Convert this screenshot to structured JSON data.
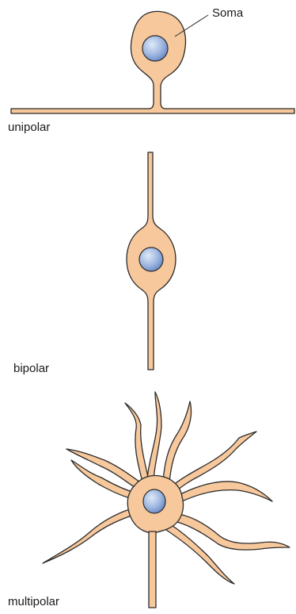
{
  "labels": {
    "soma": "Soma",
    "unipolar": "unipolar",
    "bipolar": "bipolar",
    "multipolar": "multipolar"
  },
  "colors": {
    "cytoplasm": "#f7c89c",
    "outline": "#2b2b2b",
    "nucleus_light": "#d6e4f5",
    "nucleus_dark": "#6e8fc6"
  }
}
